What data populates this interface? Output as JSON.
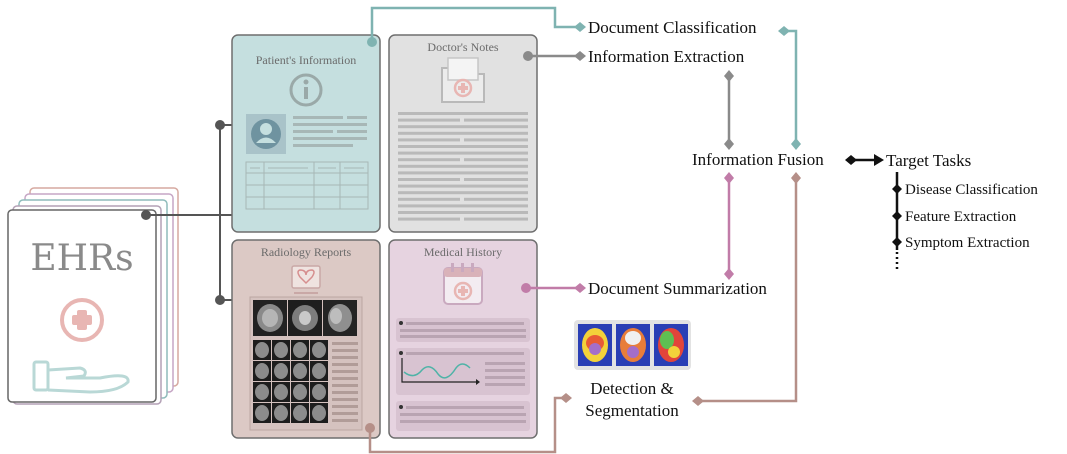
{
  "ehr": {
    "title": "EHRs"
  },
  "cards": {
    "patient": {
      "title": "Patient's Information"
    },
    "notes": {
      "title": "Doctor's Notes"
    },
    "radiology": {
      "title": "Radiology Reports"
    },
    "history": {
      "title": "Medical History"
    }
  },
  "tasks": {
    "classification": "Document Classification",
    "extraction": "Information Extraction",
    "fusion": "Information Fusion",
    "summarization": "Document Summarization",
    "detection_line1": "Detection &",
    "detection_line2": "Segmentation"
  },
  "target": {
    "title": "Target Tasks",
    "items": [
      "Disease Classification",
      "Feature Extraction",
      "Symptom Extraction"
    ]
  },
  "colors": {
    "teal": "#7fb3b1",
    "gray": "#8a8a8a",
    "pink": "#c17ca8",
    "brown": "#b58f88",
    "patient_bg": "#c5dfdf",
    "notes_bg": "#e1e1e1",
    "radiology_bg": "#dcc9c5",
    "history_bg": "#e6d3e0"
  }
}
